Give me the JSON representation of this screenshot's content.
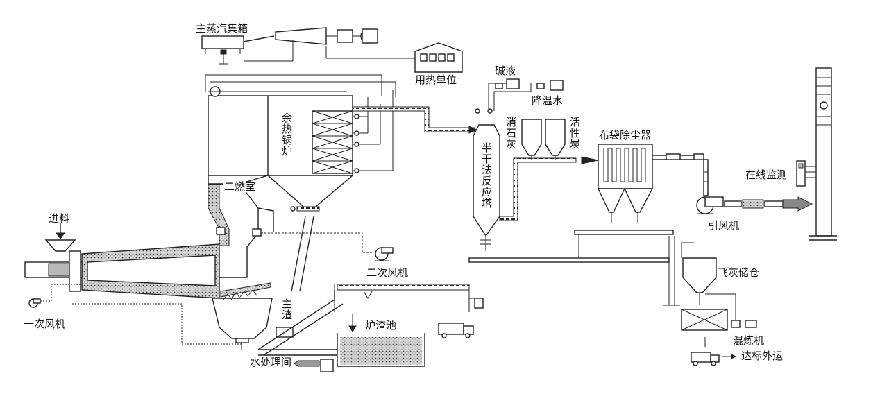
{
  "labels": {
    "main_steam_header": "主蒸汽集箱",
    "heat_user": "用热单位",
    "alkali_liquid": "碱液",
    "cooling_water": "降温水",
    "slaked_lime": "消石灰",
    "activated_carbon": "活性炭",
    "bag_filter": "布袋除尘器",
    "online_monitoring": "在线监测",
    "induced_draft_fan": "引风机",
    "waste_heat_boiler": "余热锅炉",
    "secondary_chamber": "二燃室",
    "semi_dry_reactor": "半干法反应塔",
    "feed": "进料",
    "primary_fan": "一次风机",
    "secondary_fan": "二次风机",
    "main_slag": "主渣",
    "slag_pool": "炉渣池",
    "water_treatment": "水处理间",
    "fly_ash_silo": "飞灰储仓",
    "mixer": "混炼机",
    "transport_out": "达标外运"
  }
}
